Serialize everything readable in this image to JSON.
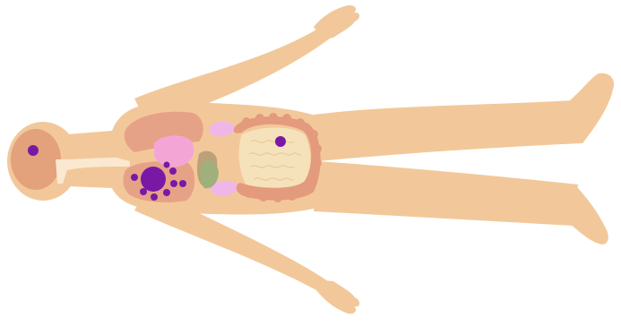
{
  "colors": {
    "background": "#ffffff",
    "skin": "#f2c89a",
    "skin_outline": "#e8b884",
    "brain": "#e3a17c",
    "liver": "#e6a286",
    "stomach": "#f3a6d6",
    "spleen": "#bba07a",
    "gallbladder": "#9fb07c",
    "pancreas": "#efb7e8",
    "small_intestine": "#f5e2ba",
    "large_intestine": "#e49a7c",
    "esophagus": "#fbe8d0",
    "lesion": "#7a18a6"
  },
  "lesions": [
    {
      "organ": "brain",
      "size": "small"
    },
    {
      "organ": "liver",
      "size": "large"
    },
    {
      "organ": "liver",
      "size": "small",
      "count": 8
    },
    {
      "organ": "small_intestine",
      "size": "small"
    }
  ]
}
